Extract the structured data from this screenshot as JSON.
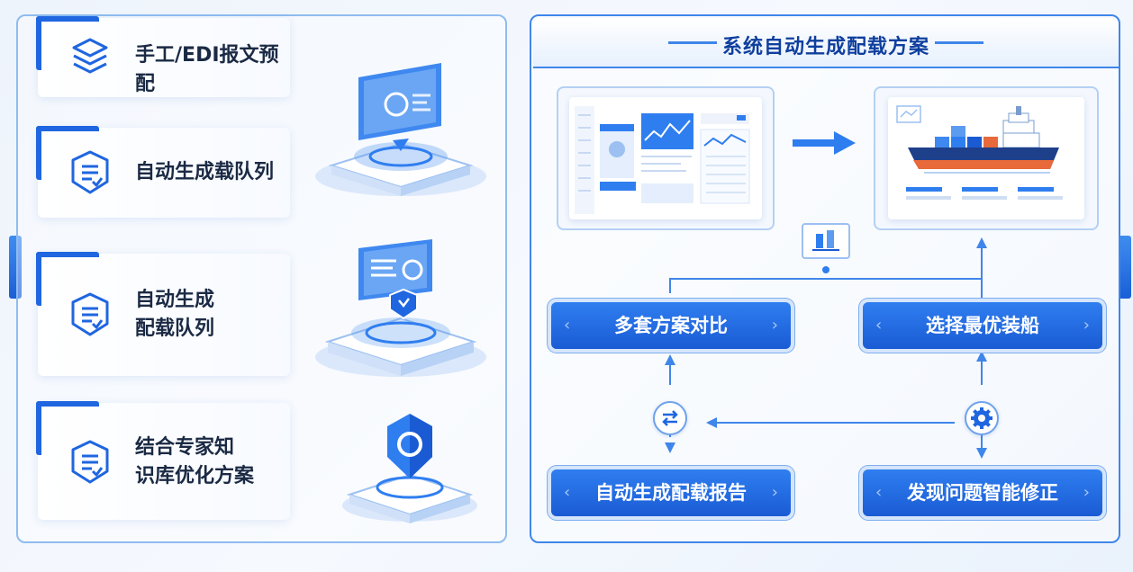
{
  "left_panel": {
    "items": [
      {
        "label": "手工/EDI报文预配",
        "icon": "layers-icon"
      },
      {
        "label": "自动生成载队列",
        "icon": "document-list-icon"
      },
      {
        "label_line1": "自动生成",
        "label_line2": "配载队列",
        "icon": "shield-document-icon"
      },
      {
        "label_line1": "结合专家知",
        "label_line2": "识库优化方案",
        "icon": "shield-document-icon"
      }
    ]
  },
  "right_panel": {
    "title": "系统自动生成配载方案",
    "buttons": {
      "compare": "多套方案对比",
      "select": "选择最优装船",
      "report": "自动生成配载报告",
      "fix": "发现问题智能修正"
    }
  },
  "colors": {
    "primary": "#1f66e0",
    "primary_dark": "#1a5bd4",
    "border": "#3f86ea",
    "text_dark": "#1b2a44",
    "title_blue": "#0f3f9e",
    "ship_hull": "#1e3f8a",
    "ship_stripe": "#e8693a"
  }
}
